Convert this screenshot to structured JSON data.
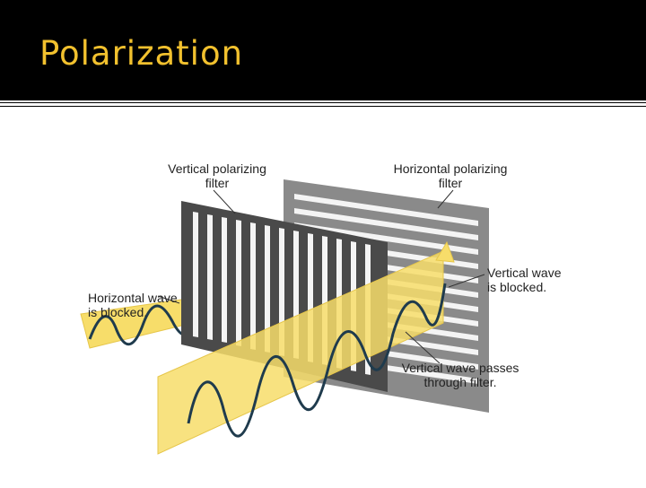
{
  "slide": {
    "title": "Polarization"
  },
  "diagram": {
    "labels": {
      "vertical_filter": [
        "Vertical polarizing",
        "filter"
      ],
      "horizontal_filter": [
        "Horizontal polarizing",
        "filter"
      ],
      "horizontal_wave": [
        "Horizontal wave",
        "is blocked."
      ],
      "vertical_wave": [
        "Vertical wave",
        "is blocked."
      ],
      "vertical_passes": [
        "Vertical wave passes",
        "through filter."
      ]
    },
    "colors": {
      "title": "#f2c12e",
      "beam": "#f7dd6a",
      "wave": "#1f3b4d",
      "filter_front": "#4a4a4a",
      "filter_back": "#8a8a8a"
    }
  }
}
